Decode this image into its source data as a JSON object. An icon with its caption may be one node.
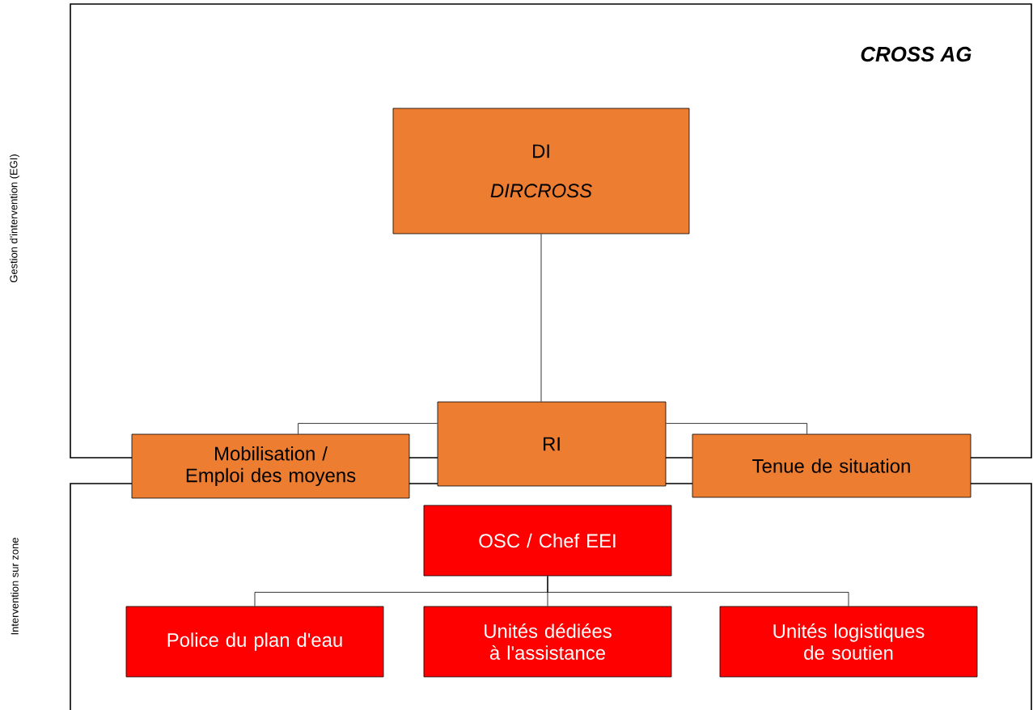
{
  "diagram": {
    "nodes": [
      {
        "text": [
          "CROSS AG"
        ]
      },
      {
        "text": [],
        "shape": "box"
      },
      {
        "text": [
          "DI",
          "DIRCROSS"
        ],
        "in": 0
      },
      {
        "text": [
          "RI"
        ]
      },
      {
        "text": [
          "Mobilisation / Emploi des moyens"
        ]
      },
      {
        "text": [
          "Tenue de situation"
        ]
      },
      {
        "text": [
          "OSC / Chef EEI"
        ],
        "in": 1
      },
      {
        "text": [
          "Police du plan d'eau"
        ],
        "in": 1
      },
      {
        "text": [
          "Unités dédiées à l'assistance"
        ],
        "in": 1
      },
      {
        "text": [
          "Unités logistiques de soutien"
        ],
        "in": 1
      }
    ],
    "edges": [
      {
        "from": 2,
        "to": 3,
        "arrow": "none"
      },
      {
        "from": 3,
        "to": 4,
        "arrow": "none"
      },
      {
        "from": 3,
        "to": 5,
        "arrow": "none"
      },
      {
        "from": 6,
        "to": 7,
        "arrow": "none"
      },
      {
        "from": 6,
        "to": 8,
        "arrow": "none"
      },
      {
        "from": 6,
        "to": 9,
        "arrow": "none"
      }
    ],
    "labels": [
      "Gestion d'intervention (EGI)",
      "Intervention sur zone"
    ]
  }
}
